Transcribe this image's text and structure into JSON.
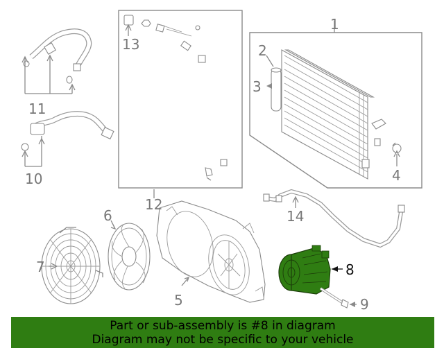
{
  "callouts": {
    "c1": "1",
    "c2": "2",
    "c3": "3",
    "c4": "4",
    "c5": "5",
    "c6": "6",
    "c7": "7",
    "c8": "8",
    "c9": "9",
    "c10": "10",
    "c11": "11",
    "c12": "12",
    "c13": "13",
    "c14": "14"
  },
  "banner": {
    "line1": "Part or sub-assembly is #8 in diagram",
    "line2": "Diagram may not be specific to your vehicle"
  },
  "colors": {
    "highlight_part": "#2f7d12",
    "banner_bg": "#2f7d12",
    "line_art": "#8a8a8a"
  }
}
